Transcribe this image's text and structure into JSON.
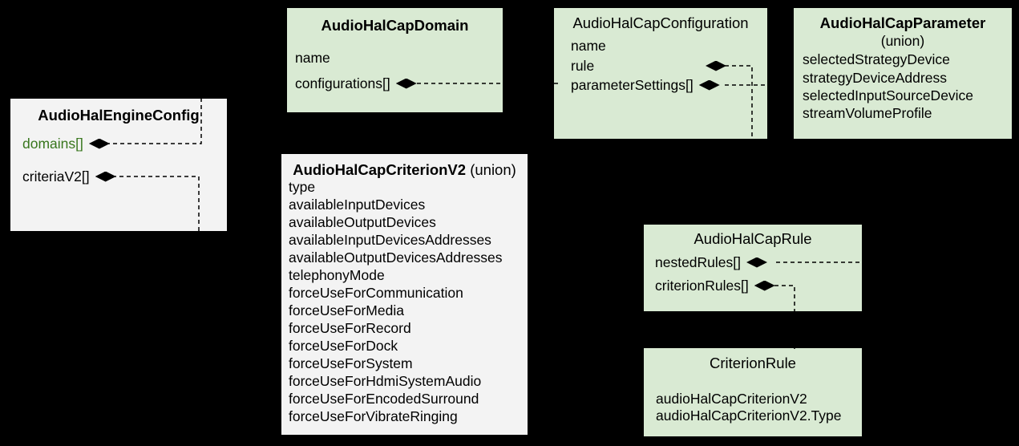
{
  "diagram_type": "uml-composition-class-diagram",
  "colors": {
    "background": "#000000",
    "green_box_fill": "#d9ead3",
    "gray_box_fill": "#f3f3f3",
    "text": "#000000",
    "domains_field_text": "#38761d",
    "connector": "#000000"
  },
  "boxes": {
    "engine": {
      "title": "AudioHalEngineConfig",
      "fields": [
        "domains[]",
        "criteriaV2[]"
      ]
    },
    "domain": {
      "title": "AudioHalCapDomain",
      "fields": [
        "name",
        "configurations[]"
      ]
    },
    "configuration": {
      "title": "AudioHalCapConfiguration",
      "fields": [
        "name",
        "rule",
        "parameterSettings[]"
      ]
    },
    "parameter": {
      "title": "AudioHalCapParameter",
      "subtitle": "(union)",
      "fields": [
        "selectedStrategyDevice",
        "strategyDeviceAddress",
        "selectedInputSourceDevice",
        "streamVolumeProfile"
      ]
    },
    "criterionV2": {
      "title": "AudioHalCapCriterionV2",
      "title_suffix": " (union)",
      "fields": [
        "type",
        "availableInputDevices",
        "availableOutputDevices",
        "availableInputDevicesAddresses",
        "availableOutputDevicesAddresses",
        "telephonyMode",
        "forceUseForCommunication",
        "forceUseForMedia",
        "forceUseForRecord",
        "forceUseForDock",
        "forceUseForSystem",
        "forceUseForHdmiSystemAudio",
        "forceUseForEncodedSurround",
        "forceUseForVibrateRinging"
      ]
    },
    "rule": {
      "title": "AudioHalCapRule",
      "fields": [
        "nestedRules[]",
        "criterionRules[]"
      ]
    },
    "criterionRule": {
      "title": "CriterionRule",
      "fields": [
        "audioHalCapCriterionV2",
        "audioHalCapCriterionV2.Type"
      ]
    }
  },
  "connections": [
    {
      "from": "AudioHalEngineConfig.domains[]",
      "to": "AudioHalCapDomain",
      "kind": "composition"
    },
    {
      "from": "AudioHalEngineConfig.criteriaV2[]",
      "to": "AudioHalCapCriterionV2",
      "kind": "composition"
    },
    {
      "from": "AudioHalCapDomain.configurations[]",
      "to": "AudioHalCapConfiguration",
      "kind": "composition"
    },
    {
      "from": "AudioHalCapConfiguration.rule",
      "to": "AudioHalCapRule",
      "kind": "composition"
    },
    {
      "from": "AudioHalCapConfiguration.parameterSettings[]",
      "to": "AudioHalCapParameter",
      "kind": "composition"
    },
    {
      "from": "AudioHalCapRule.nestedRules[]",
      "to": "AudioHalCapRule",
      "kind": "composition"
    },
    {
      "from": "AudioHalCapRule.criterionRules[]",
      "to": "CriterionRule",
      "kind": "composition"
    }
  ]
}
